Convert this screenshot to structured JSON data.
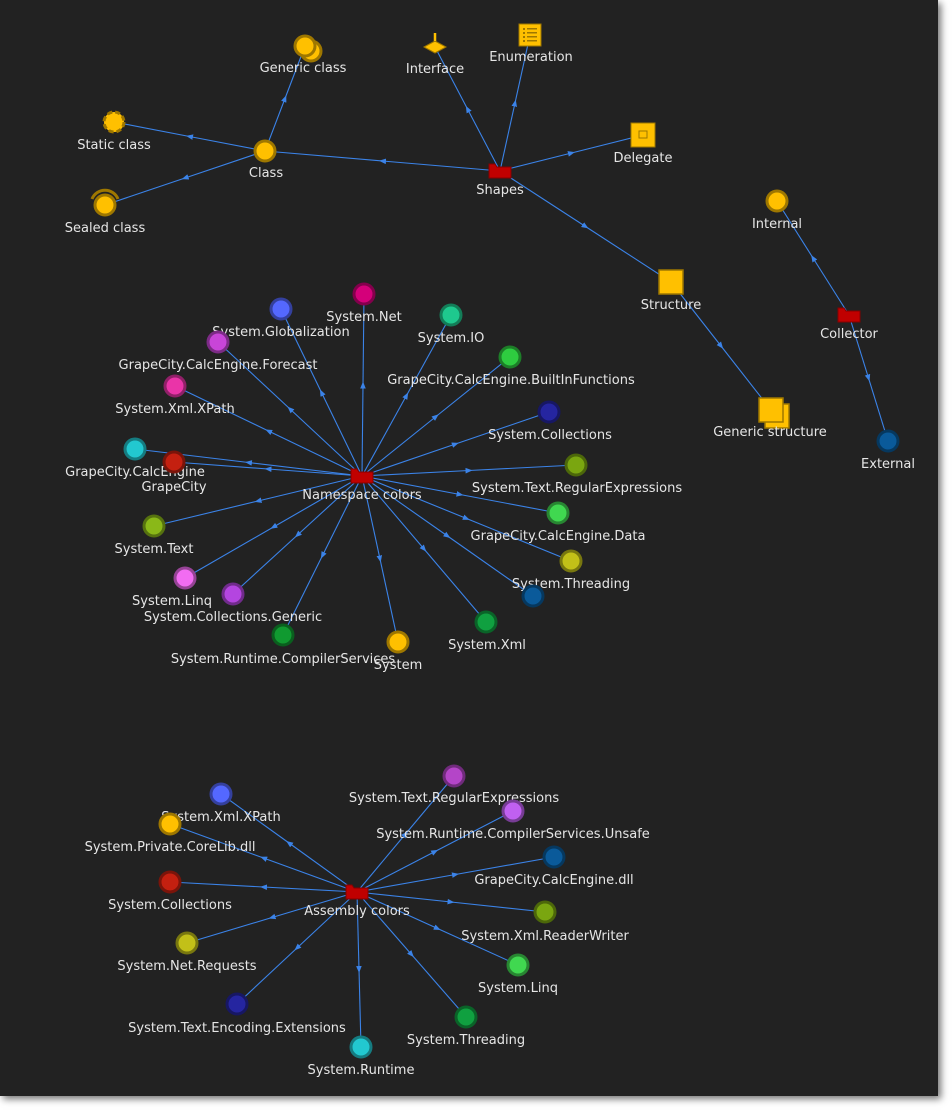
{
  "diagram": {
    "groups": [
      {
        "id": "shapes",
        "nodes": [
          {
            "id": "shapes",
            "label": "Shapes",
            "shape": "folder",
            "color": "#c00000"
          },
          {
            "id": "class",
            "label": "Class",
            "shape": "circle",
            "color": "#ffc000"
          },
          {
            "id": "generic-class",
            "label": "Generic class",
            "shape": "circle-stack",
            "color": "#ffc000"
          },
          {
            "id": "static-class",
            "label": "Static class",
            "shape": "circle-dashed",
            "color": "#ffc000"
          },
          {
            "id": "sealed-class",
            "label": "Sealed class",
            "shape": "circle-sealed",
            "color": "#ffc000"
          },
          {
            "id": "interface",
            "label": "Interface",
            "shape": "interface",
            "color": "#ffc000"
          },
          {
            "id": "enumeration",
            "label": "Enumeration",
            "shape": "enum",
            "color": "#ffc000"
          },
          {
            "id": "delegate",
            "label": "Delegate",
            "shape": "delegate",
            "color": "#ffc000"
          },
          {
            "id": "structure",
            "label": "Structure",
            "shape": "square",
            "color": "#ffc000"
          },
          {
            "id": "generic-structure",
            "label": "Generic structure",
            "shape": "square-stack",
            "color": "#ffc000"
          }
        ],
        "edges": [
          [
            "shapes",
            "class"
          ],
          [
            "class",
            "static-class"
          ],
          [
            "class",
            "sealed-class"
          ],
          [
            "class",
            "generic-class"
          ],
          [
            "shapes",
            "interface"
          ],
          [
            "shapes",
            "enumeration"
          ],
          [
            "shapes",
            "delegate"
          ],
          [
            "shapes",
            "structure"
          ],
          [
            "structure",
            "generic-structure"
          ]
        ]
      },
      {
        "id": "collector",
        "nodes": [
          {
            "id": "collector",
            "label": "Collector",
            "shape": "folder",
            "color": "#c00000"
          },
          {
            "id": "internal",
            "label": "Internal",
            "shape": "circle",
            "color": "#ffc000"
          },
          {
            "id": "external",
            "label": "External",
            "shape": "circle",
            "color": "#0a5a9a"
          }
        ],
        "edges": [
          [
            "collector",
            "internal"
          ],
          [
            "collector",
            "external"
          ]
        ]
      },
      {
        "id": "namespaces",
        "nodes": [
          {
            "id": "ns-hub",
            "label": "Namespace colors",
            "shape": "folder",
            "color": "#c00000"
          },
          {
            "id": "ns-net",
            "label": "System.Net",
            "shape": "circle",
            "color": "#d4007a"
          },
          {
            "id": "ns-glob",
            "label": "System.Globalization",
            "shape": "circle",
            "color": "#5468ff"
          },
          {
            "id": "ns-io",
            "label": "System.IO",
            "shape": "circle",
            "color": "#1ec98e"
          },
          {
            "id": "ns-forecast",
            "label": "GrapeCity.CalcEngine.Forecast",
            "shape": "circle",
            "color": "#c845d8"
          },
          {
            "id": "ns-builtin",
            "label": "GrapeCity.CalcEngine.BuiltInFunctions",
            "shape": "circle",
            "color": "#2ecc40"
          },
          {
            "id": "ns-xpath",
            "label": "System.Xml.XPath",
            "shape": "circle",
            "color": "#ea34a8"
          },
          {
            "id": "ns-coll",
            "label": "System.Collections",
            "shape": "circle",
            "color": "#2525a0"
          },
          {
            "id": "ns-calc",
            "label": "GrapeCity.CalcEngine",
            "shape": "circle",
            "color": "#22c8d0"
          },
          {
            "id": "ns-grape",
            "label": "GrapeCity",
            "shape": "circle",
            "color": "#c42010"
          },
          {
            "id": "ns-regex",
            "label": "System.Text.RegularExpressions",
            "shape": "circle",
            "color": "#7aa610"
          },
          {
            "id": "ns-text",
            "label": "System.Text",
            "shape": "circle",
            "color": "#8ab818"
          },
          {
            "id": "ns-data",
            "label": "GrapeCity.CalcEngine.Data",
            "shape": "circle",
            "color": "#40d850"
          },
          {
            "id": "ns-linq",
            "label": "System.Linq",
            "shape": "circle",
            "color": "#f26cf2"
          },
          {
            "id": "ns-thread",
            "label": "System.Threading",
            "shape": "circle",
            "color": "#c2c018"
          },
          {
            "id": "ns-cgen",
            "label": "System.Collections.Generic",
            "shape": "circle",
            "color": "#b445e0"
          },
          {
            "id": "ns-blue",
            "label": "",
            "shape": "circle",
            "color": "#0a5a9a"
          },
          {
            "id": "ns-xml",
            "label": "System.Xml",
            "shape": "circle",
            "color": "#10a040"
          },
          {
            "id": "ns-rcs",
            "label": "System.Runtime.CompilerServices",
            "shape": "circle",
            "color": "#109a30"
          },
          {
            "id": "ns-sys",
            "label": "System",
            "shape": "circle",
            "color": "#ffc000"
          }
        ],
        "edges": [
          [
            "ns-hub",
            "ns-net"
          ],
          [
            "ns-hub",
            "ns-glob"
          ],
          [
            "ns-hub",
            "ns-io"
          ],
          [
            "ns-hub",
            "ns-forecast"
          ],
          [
            "ns-hub",
            "ns-builtin"
          ],
          [
            "ns-hub",
            "ns-xpath"
          ],
          [
            "ns-hub",
            "ns-coll"
          ],
          [
            "ns-hub",
            "ns-calc"
          ],
          [
            "ns-hub",
            "ns-grape"
          ],
          [
            "ns-hub",
            "ns-regex"
          ],
          [
            "ns-hub",
            "ns-text"
          ],
          [
            "ns-hub",
            "ns-data"
          ],
          [
            "ns-hub",
            "ns-linq"
          ],
          [
            "ns-hub",
            "ns-thread"
          ],
          [
            "ns-hub",
            "ns-cgen"
          ],
          [
            "ns-hub",
            "ns-blue"
          ],
          [
            "ns-hub",
            "ns-xml"
          ],
          [
            "ns-hub",
            "ns-rcs"
          ],
          [
            "ns-hub",
            "ns-sys"
          ]
        ]
      },
      {
        "id": "assemblies",
        "nodes": [
          {
            "id": "as-hub",
            "label": "Assembly colors",
            "shape": "folder",
            "color": "#c00000"
          },
          {
            "id": "as-regex",
            "label": "System.Text.RegularExpressions",
            "shape": "circle",
            "color": "#b445c8"
          },
          {
            "id": "as-xpath",
            "label": "System.Xml.XPath",
            "shape": "circle",
            "color": "#5468ff"
          },
          {
            "id": "as-unsafe",
            "label": "System.Runtime.CompilerServices.Unsafe",
            "shape": "circle",
            "color": "#c060f0"
          },
          {
            "id": "as-corelib",
            "label": "System.Private.CoreLib.dll",
            "shape": "circle",
            "color": "#ffc000"
          },
          {
            "id": "as-calc",
            "label": "GrapeCity.CalcEngine.dll",
            "shape": "circle",
            "color": "#0a5a9a"
          },
          {
            "id": "as-coll",
            "label": "System.Collections",
            "shape": "circle",
            "color": "#c42010"
          },
          {
            "id": "as-xmlrw",
            "label": "System.Xml.ReaderWriter",
            "shape": "circle",
            "color": "#7aa610"
          },
          {
            "id": "as-netreq",
            "label": "System.Net.Requests",
            "shape": "circle",
            "color": "#c2c018"
          },
          {
            "id": "as-linq",
            "label": "System.Linq",
            "shape": "circle",
            "color": "#40d850"
          },
          {
            "id": "as-enc",
            "label": "System.Text.Encoding.Extensions",
            "shape": "circle",
            "color": "#2525a0"
          },
          {
            "id": "as-thread",
            "label": "System.Threading",
            "shape": "circle",
            "color": "#10a040"
          },
          {
            "id": "as-runtime",
            "label": "System.Runtime",
            "shape": "circle",
            "color": "#22c8d0"
          }
        ],
        "edges": [
          [
            "as-hub",
            "as-regex"
          ],
          [
            "as-hub",
            "as-xpath"
          ],
          [
            "as-hub",
            "as-unsafe"
          ],
          [
            "as-hub",
            "as-corelib"
          ],
          [
            "as-hub",
            "as-calc"
          ],
          [
            "as-hub",
            "as-coll"
          ],
          [
            "as-hub",
            "as-xmlrw"
          ],
          [
            "as-hub",
            "as-netreq"
          ],
          [
            "as-hub",
            "as-linq"
          ],
          [
            "as-hub",
            "as-enc"
          ],
          [
            "as-hub",
            "as-thread"
          ],
          [
            "as-hub",
            "as-runtime"
          ]
        ]
      }
    ]
  }
}
